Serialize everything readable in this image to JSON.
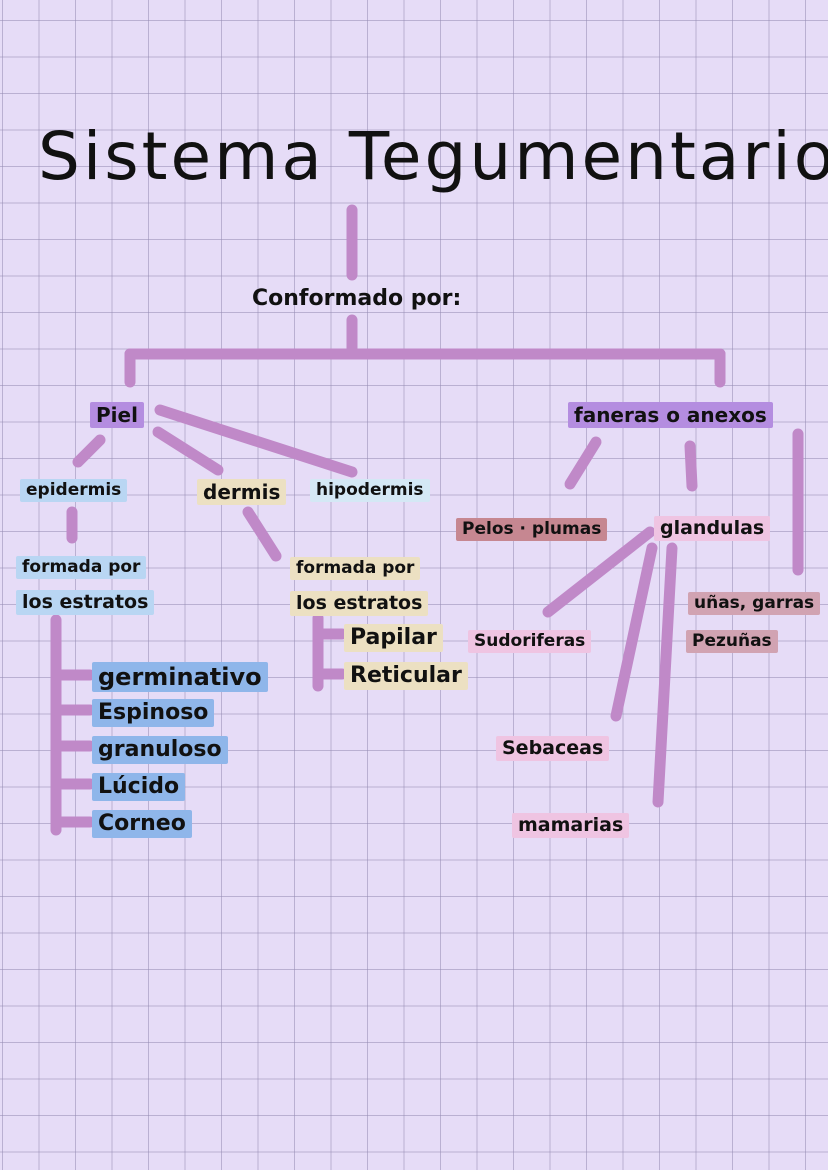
{
  "title": "Sistema Tegumentario",
  "subtitle": "Conformado por:",
  "piel": {
    "label": "Piel",
    "epidermis": {
      "label": "epidermis",
      "formada_1": "formada por",
      "formada_2": "los estratos",
      "estratos": [
        "germinativo",
        "Espinoso",
        "granuloso",
        "Lúcido",
        "Corneo"
      ]
    },
    "dermis": {
      "label": "dermis",
      "formada_1": "formada por",
      "formada_2": "los estratos",
      "estratos": [
        "Papilar",
        "Reticular"
      ]
    },
    "hipodermis": {
      "label": "hipodermis"
    }
  },
  "faneras": {
    "label": "faneras o anexos",
    "pelos": "Pelos · plumas",
    "glandulas": {
      "label": "glandulas",
      "tipos": [
        "Sudoriferas",
        "Sebaceas",
        "mamarias"
      ]
    },
    "unas": "uñas, garras",
    "pezunas": "Pezuñas"
  },
  "colors": {
    "connector": "#c089c8",
    "violet": "#b48de0",
    "blue": "#b9d6f3",
    "beige": "#ece0c2",
    "rose": "#c68791",
    "pink": "#efc4e2"
  }
}
